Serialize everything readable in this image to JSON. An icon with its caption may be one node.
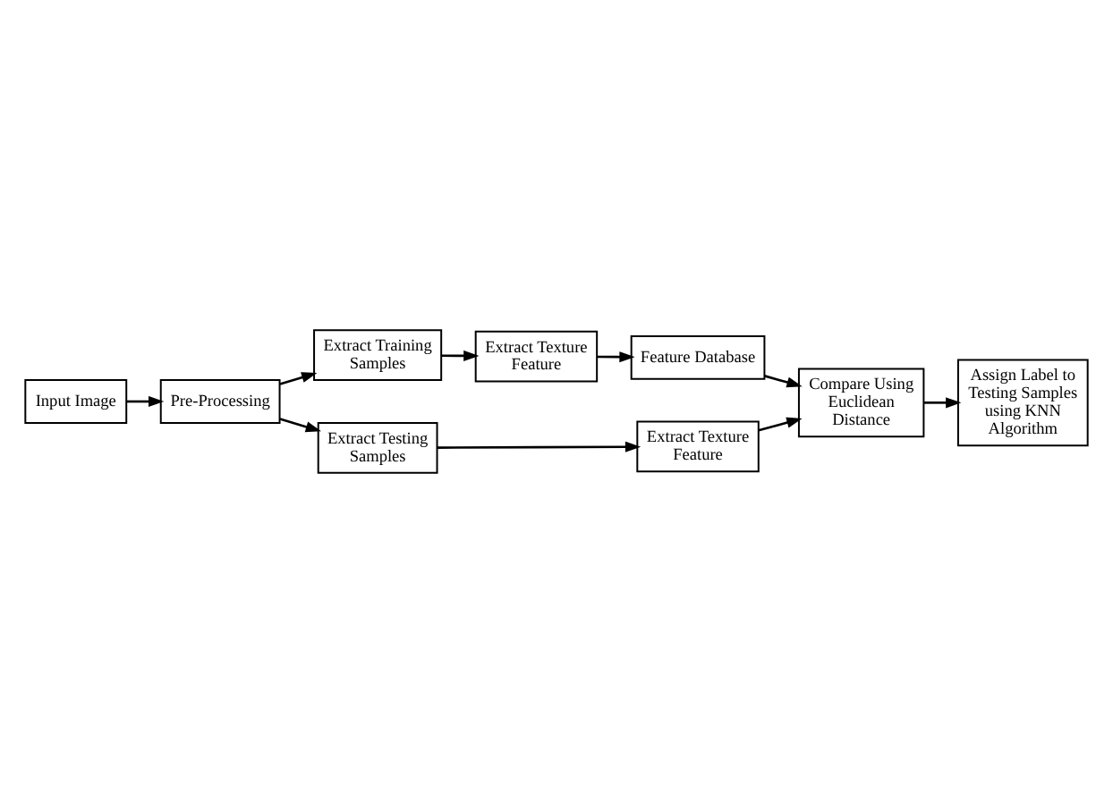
{
  "diagram": {
    "nodes": [
      {
        "text": [
          "Input Image"
        ]
      },
      {
        "text": [
          "Pre-Processing"
        ]
      },
      {
        "text": [
          "Extract Training Samples"
        ]
      },
      {
        "text": [
          "Extract Texture Feature"
        ]
      },
      {
        "text": [
          "Feature Database"
        ]
      },
      {
        "text": [
          "Extract Testing Samples"
        ]
      },
      {
        "text": [
          "Extract Texture Feature"
        ]
      },
      {
        "text": [
          "Compare Using Euclidean Distance"
        ]
      },
      {
        "text": [
          "Assign Label to Testing Samples using KNN Algorithm"
        ]
      }
    ],
    "edges": [
      {
        "from": 0,
        "to": 1,
        "arrow": "to"
      },
      {
        "from": 1,
        "to": 2,
        "arrow": "to"
      },
      {
        "from": 2,
        "to": 3,
        "arrow": "to"
      },
      {
        "from": 3,
        "to": 4,
        "arrow": "to"
      },
      {
        "from": 4,
        "to": 7,
        "arrow": "to"
      },
      {
        "from": 1,
        "to": 5,
        "arrow": "to"
      },
      {
        "from": 5,
        "to": 6,
        "arrow": "to"
      },
      {
        "from": 6,
        "to": 7,
        "arrow": "to"
      },
      {
        "from": 7,
        "to": 8,
        "arrow": "to"
      }
    ]
  }
}
